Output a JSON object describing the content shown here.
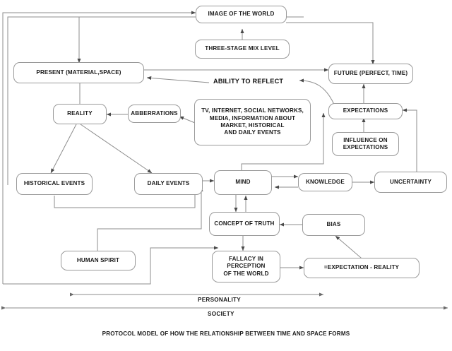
{
  "diagram": {
    "caption": "PROTOCOL MODEL OF HOW THE RELATIONSHIP BETWEEN TIME AND SPACE FORMS",
    "line_color": "#8d8d8d",
    "text_color": "#1b1b1b",
    "background": "#ffffff",
    "nodes": [
      {
        "id": "image-of-the-world",
        "label": "IMAGE OF THE WORLD"
      },
      {
        "id": "three-stage-mix-level",
        "label": "THREE-STAGE MIX LEVEL"
      },
      {
        "id": "present",
        "label": "PRESENT (MATERIAL,SPACE)"
      },
      {
        "id": "future",
        "label": "FUTURE (PERFECT, TIME)"
      },
      {
        "id": "reality",
        "label": "REALITY"
      },
      {
        "id": "abberrations",
        "label": "ABBERRATIONS"
      },
      {
        "id": "media",
        "label": "TV, INTERNET, SOCIAL NETWORKS,\nMEDIA, INFORMATION ABOUT\nMARKET, HISTORICAL\nAND DAILY EVENTS"
      },
      {
        "id": "expectations",
        "label": "EXPECTATIONS"
      },
      {
        "id": "influence-on-expectations",
        "label": "INFLUENCE ON\nEXPECTATIONS"
      },
      {
        "id": "historical-events",
        "label": "HISTORICAL EVENTS"
      },
      {
        "id": "daily-events",
        "label": "DAILY EVENTS"
      },
      {
        "id": "mind",
        "label": "MIND"
      },
      {
        "id": "knowledge",
        "label": "KNOWLEDGE"
      },
      {
        "id": "uncertainty",
        "label": "UNCERTAINTY"
      },
      {
        "id": "concept-of-truth",
        "label": "CONCEPT OF TRUTH"
      },
      {
        "id": "bias",
        "label": "BIAS"
      },
      {
        "id": "human-spirit",
        "label": "HUMAN SPIRIT"
      },
      {
        "id": "fallacy",
        "label": "FALLACY IN\nPERCEPTION\nOF THE WORLD"
      },
      {
        "id": "expectation-minus-reality",
        "label": "=EXPECTATION - REALITY"
      }
    ],
    "floating_labels": [
      {
        "id": "ability-to-reflect",
        "label": "ABILITY TO REFLECT"
      }
    ],
    "scope_axes": [
      {
        "id": "personality",
        "label": "PERSONALITY"
      },
      {
        "id": "society",
        "label": "SOCIETY"
      }
    ]
  }
}
